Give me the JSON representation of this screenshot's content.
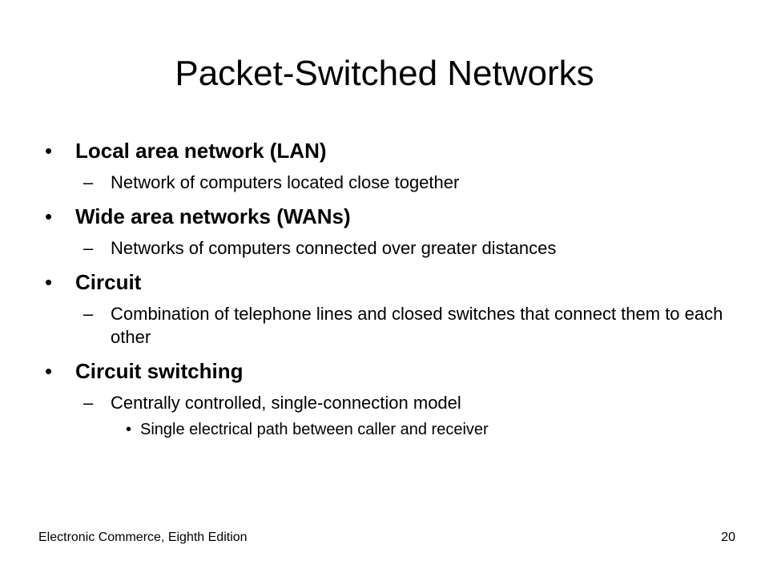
{
  "slide": {
    "title": "Packet-Switched Networks",
    "sections": [
      {
        "heading": "Local area network (LAN)",
        "subitems": [
          {
            "text": "Network of computers located close together"
          }
        ]
      },
      {
        "heading": "Wide area networks (WANs)",
        "subitems": [
          {
            "text": "Networks of computers connected over greater distances"
          }
        ]
      },
      {
        "heading": "Circuit",
        "subitems": [
          {
            "text": "Combination of telephone lines and closed switches that connect them to each other"
          }
        ]
      },
      {
        "heading": "Circuit switching",
        "subitems": [
          {
            "text": "Centrally controlled, single-connection model",
            "subitems": [
              {
                "text": "Single electrical path between caller and receiver"
              }
            ]
          }
        ]
      }
    ],
    "bullet_symbol": "•",
    "dash_symbol": "–"
  },
  "footer": {
    "book": "Electronic Commerce, Eighth Edition",
    "page_number": "20"
  }
}
